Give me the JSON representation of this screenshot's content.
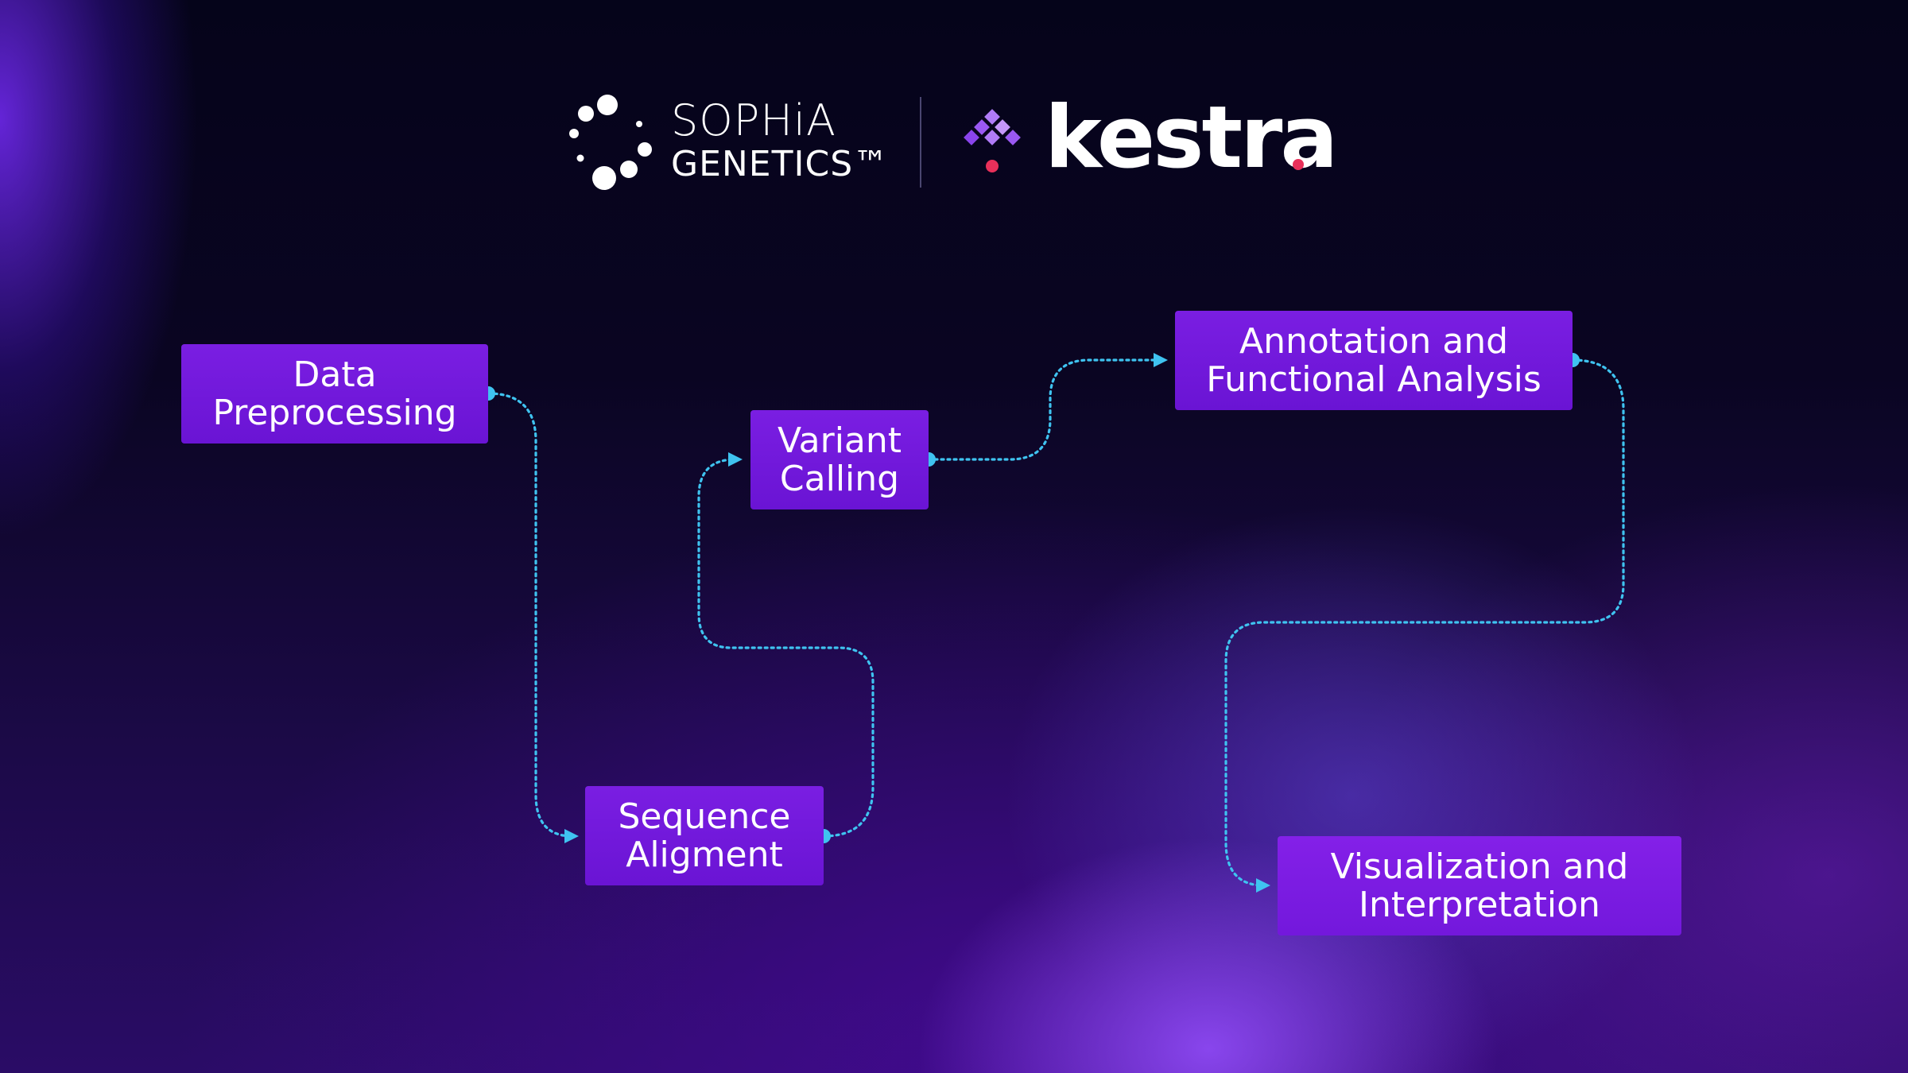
{
  "logos": {
    "sophia": {
      "line1": "SOPHiA",
      "line2": "GENETICS™"
    },
    "kestra": {
      "wordmark": "kestra"
    }
  },
  "steps": [
    {
      "id": "data-preprocessing",
      "lines": [
        "Data",
        "Preprocessing"
      ]
    },
    {
      "id": "sequence-aligment",
      "lines": [
        "Sequence",
        "Aligment"
      ]
    },
    {
      "id": "variant-calling",
      "lines": [
        "Variant",
        "Calling"
      ]
    },
    {
      "id": "annotation-functional-analysis",
      "lines": [
        "Annotation and",
        "Functional Analysis"
      ]
    },
    {
      "id": "visualization-interpretation",
      "lines": [
        "Visualization and",
        "Interpretation"
      ]
    }
  ],
  "colors": {
    "box_fill": "#7a1ee2",
    "connector": "#3fc3f0",
    "kestra_dot": "#e8305a",
    "kestra_mark": "#a35cf5"
  }
}
